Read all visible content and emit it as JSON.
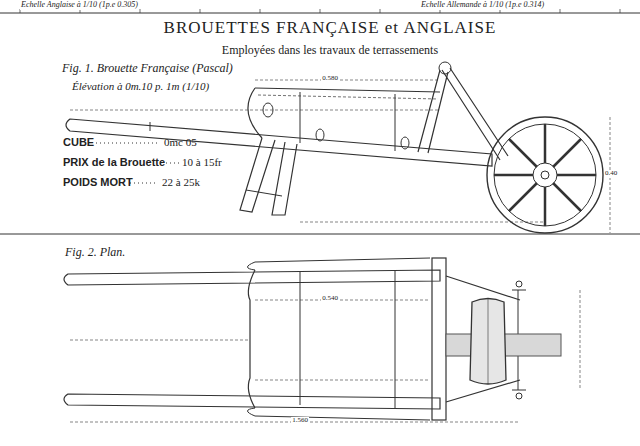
{
  "diagram": {
    "title": "BROUETTES FRANÇAISE et ANGLAISE",
    "labels": [
      "Echelle Anglaise à 1/10 (1p.e 0.305)",
      "Echelle Allemande à 1/10 (1p.e 0.314)",
      "Employées dans les travaux de terrassements",
      "Fig. 1. Brouette Française (Pascal)",
      "Élévation à 0m.10 p. 1m (1/10)",
      "CUBE",
      "0mc 05",
      "PRIX de la Brouette",
      "10 à 15fr",
      "POIDS MORT",
      "22 à 25k",
      "Fig. 2. Plan.",
      "0.580",
      "0.540",
      "1.560",
      "0.40"
    ]
  }
}
